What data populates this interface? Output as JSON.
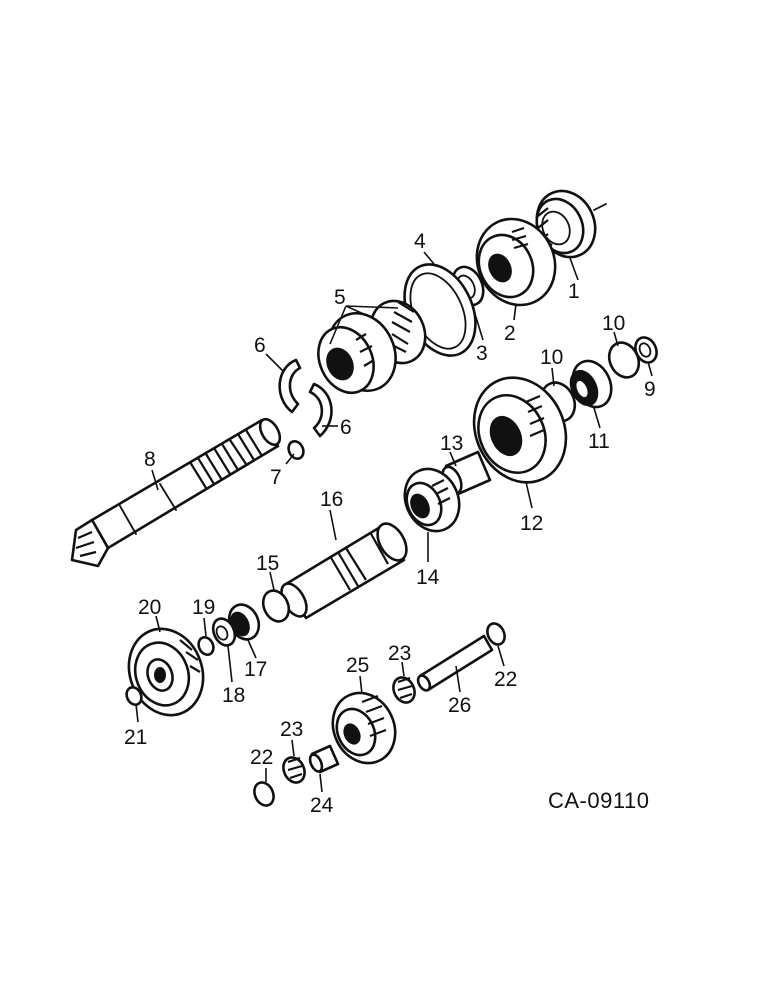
{
  "callouts": {
    "c1": "1",
    "c2": "2",
    "c3": "3",
    "c4": "4",
    "c5": "5",
    "c6a": "6",
    "c6b": "6",
    "c7": "7",
    "c8": "8",
    "c9": "9",
    "c10a": "10",
    "c10b": "10",
    "c11": "11",
    "c12": "12",
    "c13": "13",
    "c14": "14",
    "c15": "15",
    "c16": "16",
    "c17": "17",
    "c18": "18",
    "c19": "19",
    "c20": "20",
    "c21": "21",
    "c22a": "22",
    "c22b": "22",
    "c23a": "23",
    "c23b": "23",
    "c24": "24",
    "c25": "25",
    "c26": "26"
  },
  "drawing_code": "CA-09110"
}
